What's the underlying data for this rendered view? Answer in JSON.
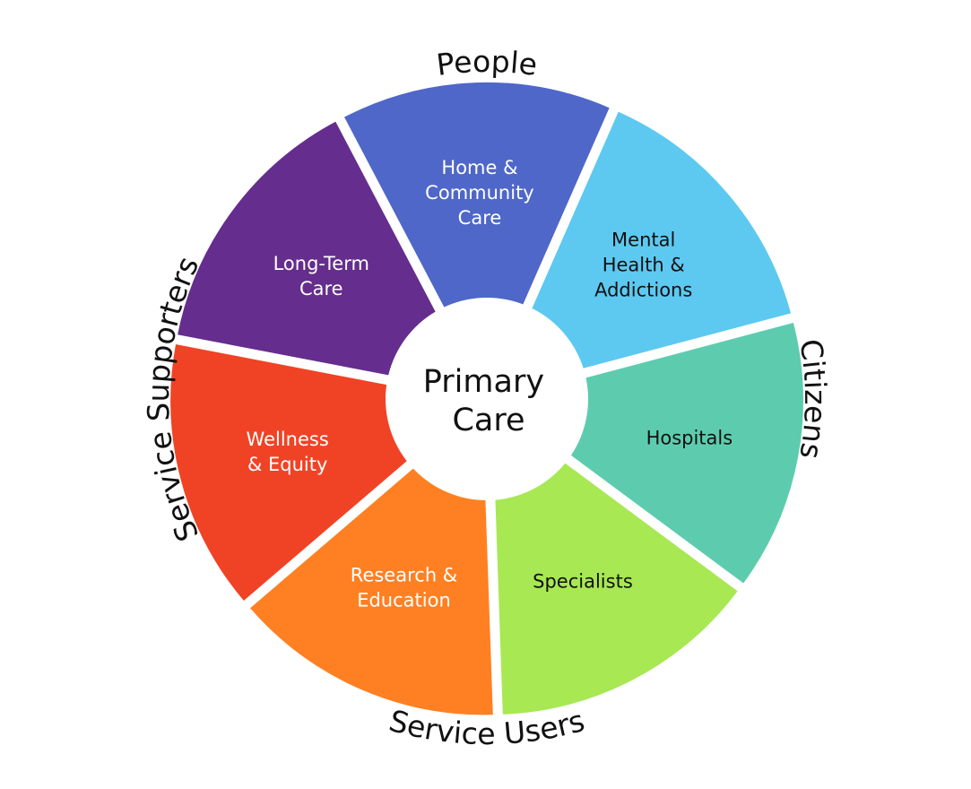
{
  "center": {
    "lines": [
      "Primary",
      "Care"
    ]
  },
  "segments": [
    {
      "lines": [
        "Home &",
        "Community",
        "Care"
      ],
      "color": "#4F67C8",
      "text_color": "#ffffff"
    },
    {
      "lines": [
        "Mental",
        "Health &",
        "Addictions"
      ],
      "color": "#5DC9F1",
      "text_color": "#111111"
    },
    {
      "lines": [
        "Hospitals"
      ],
      "color": "#5DCCAE",
      "text_color": "#111111"
    },
    {
      "lines": [
        "Specialists"
      ],
      "color": "#A8E853",
      "text_color": "#111111"
    },
    {
      "lines": [
        "Research &",
        "Education"
      ],
      "color": "#FF8022",
      "text_color": "#ffffff"
    },
    {
      "lines": [
        "Wellness",
        "& Equity"
      ],
      "color": "#F04325",
      "text_color": "#ffffff"
    },
    {
      "lines": [
        "Long-Term",
        "Care"
      ],
      "color": "#652D8D",
      "text_color": "#ffffff"
    }
  ],
  "outer_labels": {
    "top": "People",
    "right": "Citizens",
    "bottom": "Service Users",
    "left": "Service Supporters"
  }
}
